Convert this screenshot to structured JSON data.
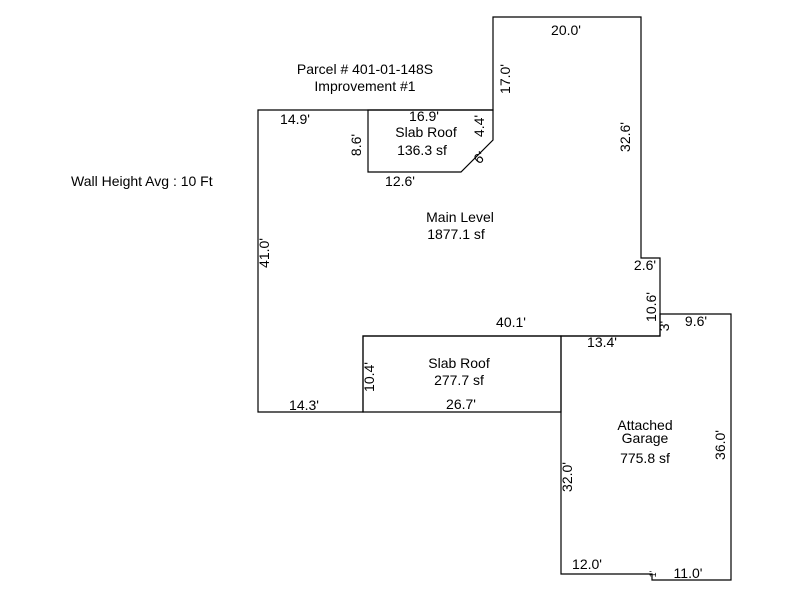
{
  "header": {
    "parcel": "Parcel # 401-01-148S",
    "improvement": "Improvement #1"
  },
  "wall_height": "Wall Height Avg : 10 Ft",
  "areas": {
    "main": {
      "name": "Main Level",
      "size": "1877.1 sf"
    },
    "slab_top": {
      "name": "Slab Roof",
      "size": "136.3 sf"
    },
    "slab_bottom": {
      "name": "Slab Roof",
      "size": "277.7 sf"
    },
    "garage": {
      "name_line1": "Attached",
      "name_line2": "Garage",
      "size": "775.8 sf"
    }
  },
  "dimensions": {
    "top_width": "20.0'",
    "right_upper": "17.0'",
    "right_main": "32.6'",
    "upper_left": "14.9'",
    "slab_top_width": "16.9'",
    "slab_top_right": "4.4'",
    "slab_top_left": "8.6'",
    "slab_top_diag": "6'",
    "slab_top_bottom": "12.6'",
    "left_height": "41.0'",
    "step_right": "2.6'",
    "step_down": "10.6'",
    "small_step": "3'",
    "garage_top": "9.6'",
    "main_bottom": "40.1'",
    "garage_left_top": "13.4'",
    "slab_bottom_left": "10.4'",
    "bottom_left": "14.3'",
    "slab_bottom_width": "26.7'",
    "garage_left": "32.0'",
    "garage_right": "36.0'",
    "garage_bottom_left": "12.0'",
    "garage_bottom_right": "11.0'",
    "garage_notch": "1'"
  }
}
